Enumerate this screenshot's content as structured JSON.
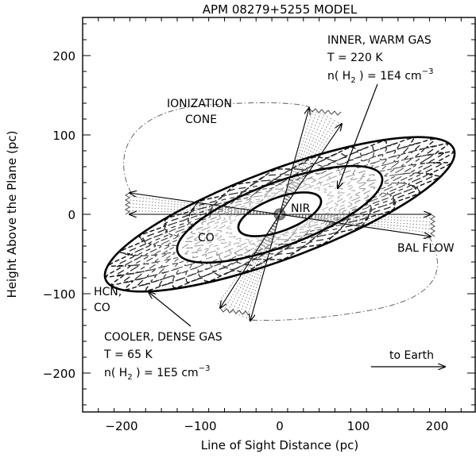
{
  "title": "APM 08279+5255   MODEL",
  "axes": {
    "xlabel": "Line of Sight Distance (pc)",
    "ylabel": "Height Above the Plane (pc)",
    "x_ticks": [
      "−200",
      "−100",
      "0",
      "100",
      "200"
    ],
    "y_ticks": [
      "200",
      "100",
      "0",
      "−100",
      "−200"
    ]
  },
  "annotations": {
    "inner_warm_gas": {
      "line1": "INNER, WARM GAS",
      "line2": "T = 220 K",
      "line3_pre": "n( H",
      "line3_sub": "2",
      "line3_mid": " ) = 1E4 cm",
      "line3_sup": "−3"
    },
    "ionization_cone": {
      "line1": "IONIZATION",
      "line2": "CONE"
    },
    "nir": "NIR",
    "co": "CO",
    "bal_flow": "BAL FLOW",
    "hcn_co": {
      "line1": "HCN,",
      "line2": "CO"
    },
    "cooler_dense_gas": {
      "line1": "COOLER, DENSE GAS",
      "line2": "T = 65 K",
      "line3_pre": "n( H",
      "line3_sub": "2",
      "line3_mid": " ) = 1E5 cm",
      "line3_sup": "−3"
    },
    "to_earth": "to Earth"
  }
}
